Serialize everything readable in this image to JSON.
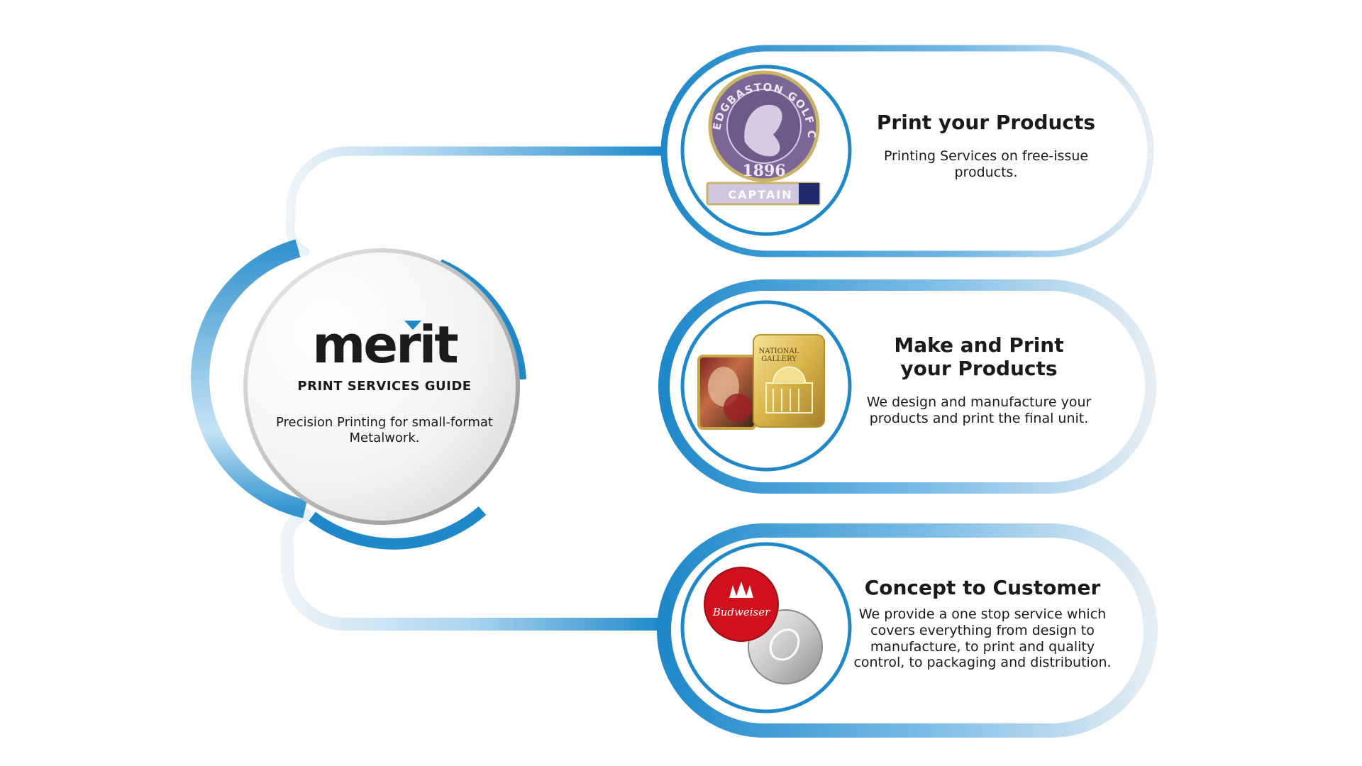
{
  "hub": {
    "logo_text": "merit",
    "subtitle": "PRINT SERVICES GUIDE",
    "description": "Precision Printing for small-format Metalwork."
  },
  "cards": [
    {
      "title": "Print your Products",
      "description": "Printing Services on free-issue products.",
      "image": {
        "label_ring": "EDGBASTON GOLF CLUB",
        "year": "1896",
        "banner": "CAPTAIN"
      }
    },
    {
      "title": "Make and Print your Products",
      "description": "We design and manufacture your products and print the final unit.",
      "image": {
        "label": "NATIONAL GALLERY"
      }
    },
    {
      "title": "Concept to Customer",
      "description": "We provide a one stop service which covers everything from design to manufacture, to print and quality control, to packaging and distribution.",
      "image": {
        "label": "Budweiser"
      }
    }
  ],
  "colors": {
    "accent_blue": "#1e88c9",
    "light_blue": "#cfe6f5",
    "text": "#1a1a1a",
    "badge_purple": "#7b6796",
    "badge_red": "#d0111d",
    "gold": "#d9b44a"
  }
}
